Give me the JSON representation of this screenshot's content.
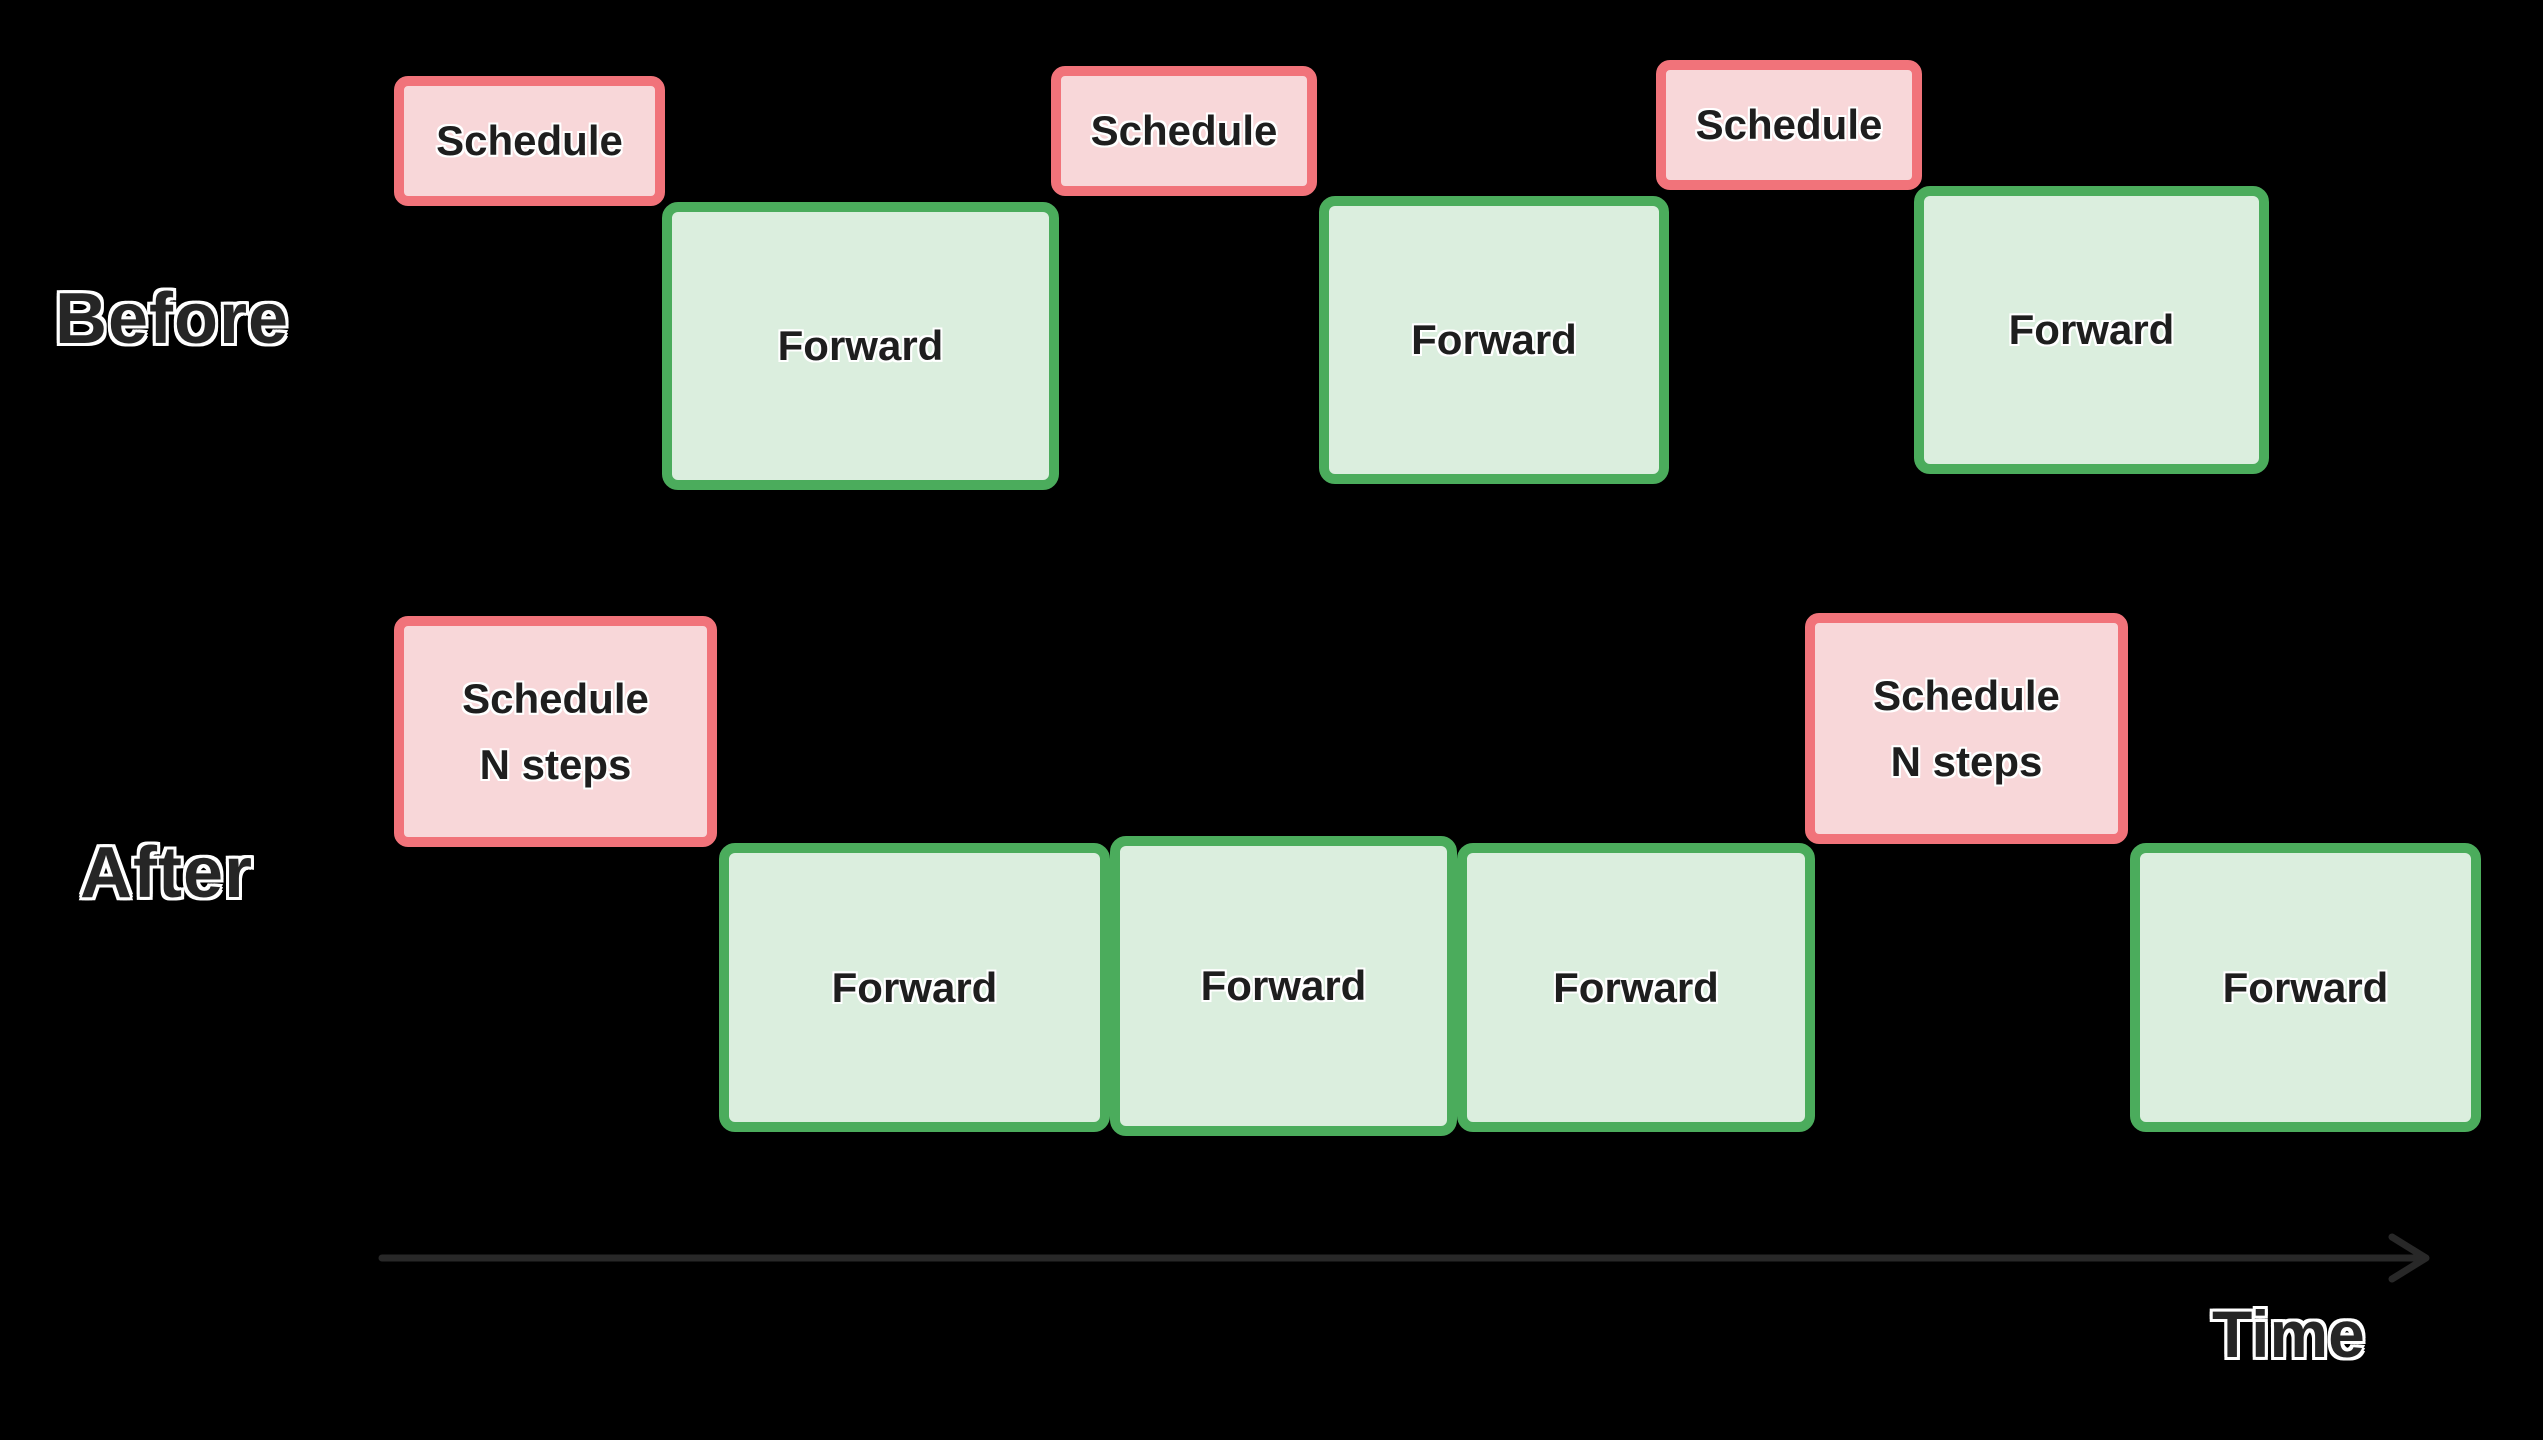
{
  "before": {
    "label": "Before",
    "boxes": [
      {
        "kind": "schedule",
        "label": "Schedule"
      },
      {
        "kind": "forward",
        "label": "Forward"
      },
      {
        "kind": "schedule",
        "label": "Schedule"
      },
      {
        "kind": "forward",
        "label": "Forward"
      },
      {
        "kind": "schedule",
        "label": "Schedule"
      },
      {
        "kind": "forward",
        "label": "Forward"
      }
    ]
  },
  "after": {
    "label": "After",
    "boxes": [
      {
        "kind": "schedule",
        "label": "Schedule\nN steps"
      },
      {
        "kind": "forward",
        "label": "Forward"
      },
      {
        "kind": "forward",
        "label": "Forward"
      },
      {
        "kind": "forward",
        "label": "Forward"
      },
      {
        "kind": "schedule",
        "label": "Schedule\nN steps"
      },
      {
        "kind": "forward",
        "label": "Forward"
      }
    ]
  },
  "time_axis": {
    "label": "Time"
  },
  "colors": {
    "background": "#000000",
    "schedule_fill": "#f8d7d9",
    "schedule_border": "#f1737a",
    "forward_fill": "#dbeede",
    "forward_border": "#4bac5c",
    "box_text": "#1e1e1e",
    "label_text": "#262626",
    "axis": "#282828"
  }
}
